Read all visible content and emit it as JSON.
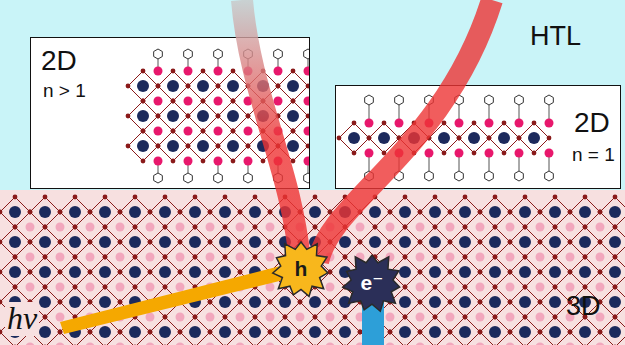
{
  "diagram": {
    "nodes": [
      {
        "text": [
          "HTL"
        ]
      },
      {
        "text": [
          "2D",
          "n > 1"
        ],
        "in": 0
      },
      {
        "text": [
          "2D",
          "n = 1"
        ],
        "in": 0
      },
      {
        "text": [
          "3D"
        ]
      },
      {
        "text": [
          "h"
        ],
        "in": 3
      },
      {
        "text": [
          "e⁻"
        ],
        "in": 3
      }
    ],
    "labels": [
      "hν"
    ]
  }
}
